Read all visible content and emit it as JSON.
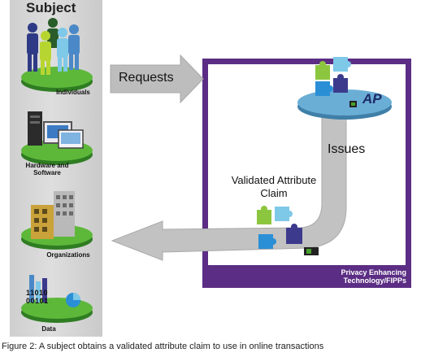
{
  "subject": {
    "title": "Subject",
    "tiers": [
      {
        "label": "Individuals",
        "icon": "people-icon"
      },
      {
        "label": "Hardware and Software",
        "line1": "Hardware and",
        "line2": "Software",
        "icon": "computer-icon"
      },
      {
        "label": "Organizations",
        "icon": "buildings-icon"
      },
      {
        "label": "Data",
        "icon": "database-icon"
      }
    ],
    "data_binary_1": "11010",
    "data_binary_2": "00101"
  },
  "flow": {
    "requests_label": "Requests",
    "issues_label": "Issues",
    "claim_label_line1": "Validated Attribute",
    "claim_label_line2": "Claim",
    "ap_label": "AP"
  },
  "process_box": {
    "footer_line1": "Privacy Enhancing",
    "footer_line2": "Technology/FIPPs"
  },
  "caption": "Figure 2: A subject obtains a validated attribute claim to use in online transactions",
  "colors": {
    "frame": "#5b2d84",
    "arrow": "#c2c2c2",
    "platform_green": "#4aa02c",
    "puzzle_green": "#8cc63f",
    "puzzle_blue": "#2b8fd6",
    "puzzle_light": "#7ec8e8",
    "puzzle_navy": "#3c3a8c"
  }
}
